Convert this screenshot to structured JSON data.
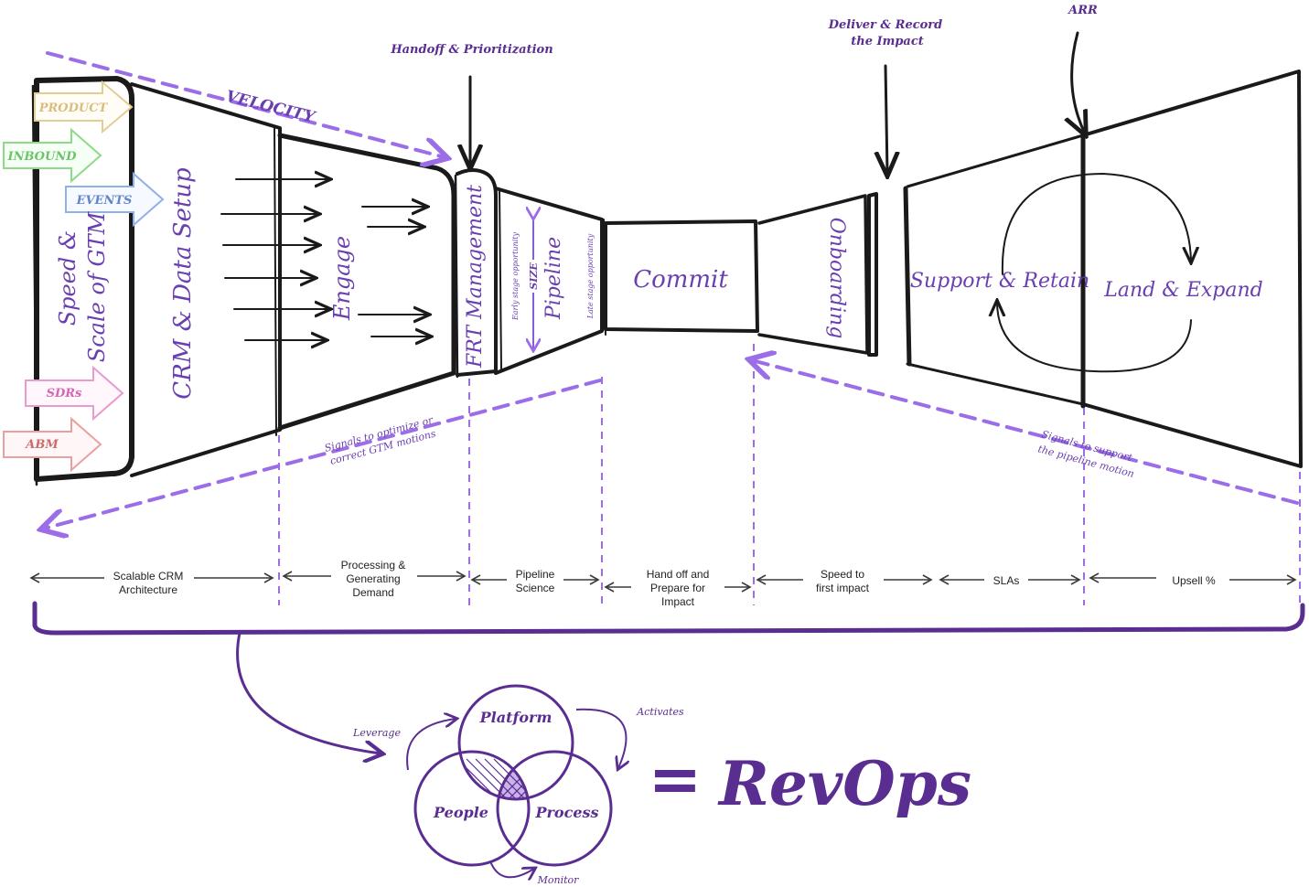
{
  "colors": {
    "accent": "#6a3fb0",
    "dashed": "#9b6ee8",
    "product": "#e9d9a7",
    "inbound": "#8fd98b",
    "events": "#8fb1e8",
    "sdrs": "#e89bd1",
    "abm": "#e8a0a0"
  },
  "top_labels": {
    "handoff": "Handoff & Prioritization",
    "deliver_line1": "Deliver & Record",
    "deliver_line2": "the Impact",
    "arr": "ARR",
    "velocity": "VELOCITY"
  },
  "inputs": {
    "product": "PRODUCT",
    "inbound": "INBOUND",
    "events": "EVENTS",
    "sdrs": "SDRs",
    "abm": "ABM"
  },
  "stages": {
    "speed_line1": "Speed &",
    "speed_line2": "Scale of GTM",
    "crm": "CRM & Data Setup",
    "engage": "Engage",
    "frt": "FRT Management",
    "pipeline": "Pipeline",
    "early_stage": "Early stage opportunity",
    "size": "SIZE",
    "late_stage": "Late stage opportunity",
    "commit": "Commit",
    "onboarding": "Onboarding",
    "support": "Support & Retain",
    "land": "Land & Expand"
  },
  "signals": {
    "left_line1": "Signals to optimize or",
    "left_line2": "correct GTM motions",
    "right_line1": "Signals to support",
    "right_line2": "the pipeline motion"
  },
  "measures": [
    {
      "line1": "Scalable CRM",
      "line2": "Architecture",
      "line3": ""
    },
    {
      "line1": "Processing &",
      "line2": "Generating",
      "line3": "Demand"
    },
    {
      "line1": "Pipeline",
      "line2": "Science",
      "line3": ""
    },
    {
      "line1": "Hand off and",
      "line2": "Prepare for",
      "line3": "Impact"
    },
    {
      "line1": "Speed to",
      "line2": "first impact",
      "line3": ""
    },
    {
      "line1": "SLAs",
      "line2": "",
      "line3": ""
    },
    {
      "line1": "Upsell %",
      "line2": "",
      "line3": ""
    }
  ],
  "venn": {
    "platform": "Platform",
    "people": "People",
    "process": "Process",
    "leverage": "Leverage",
    "activates": "Activates",
    "monitor": "Monitor"
  },
  "equation": {
    "equals": "=",
    "result": "RevOps"
  }
}
